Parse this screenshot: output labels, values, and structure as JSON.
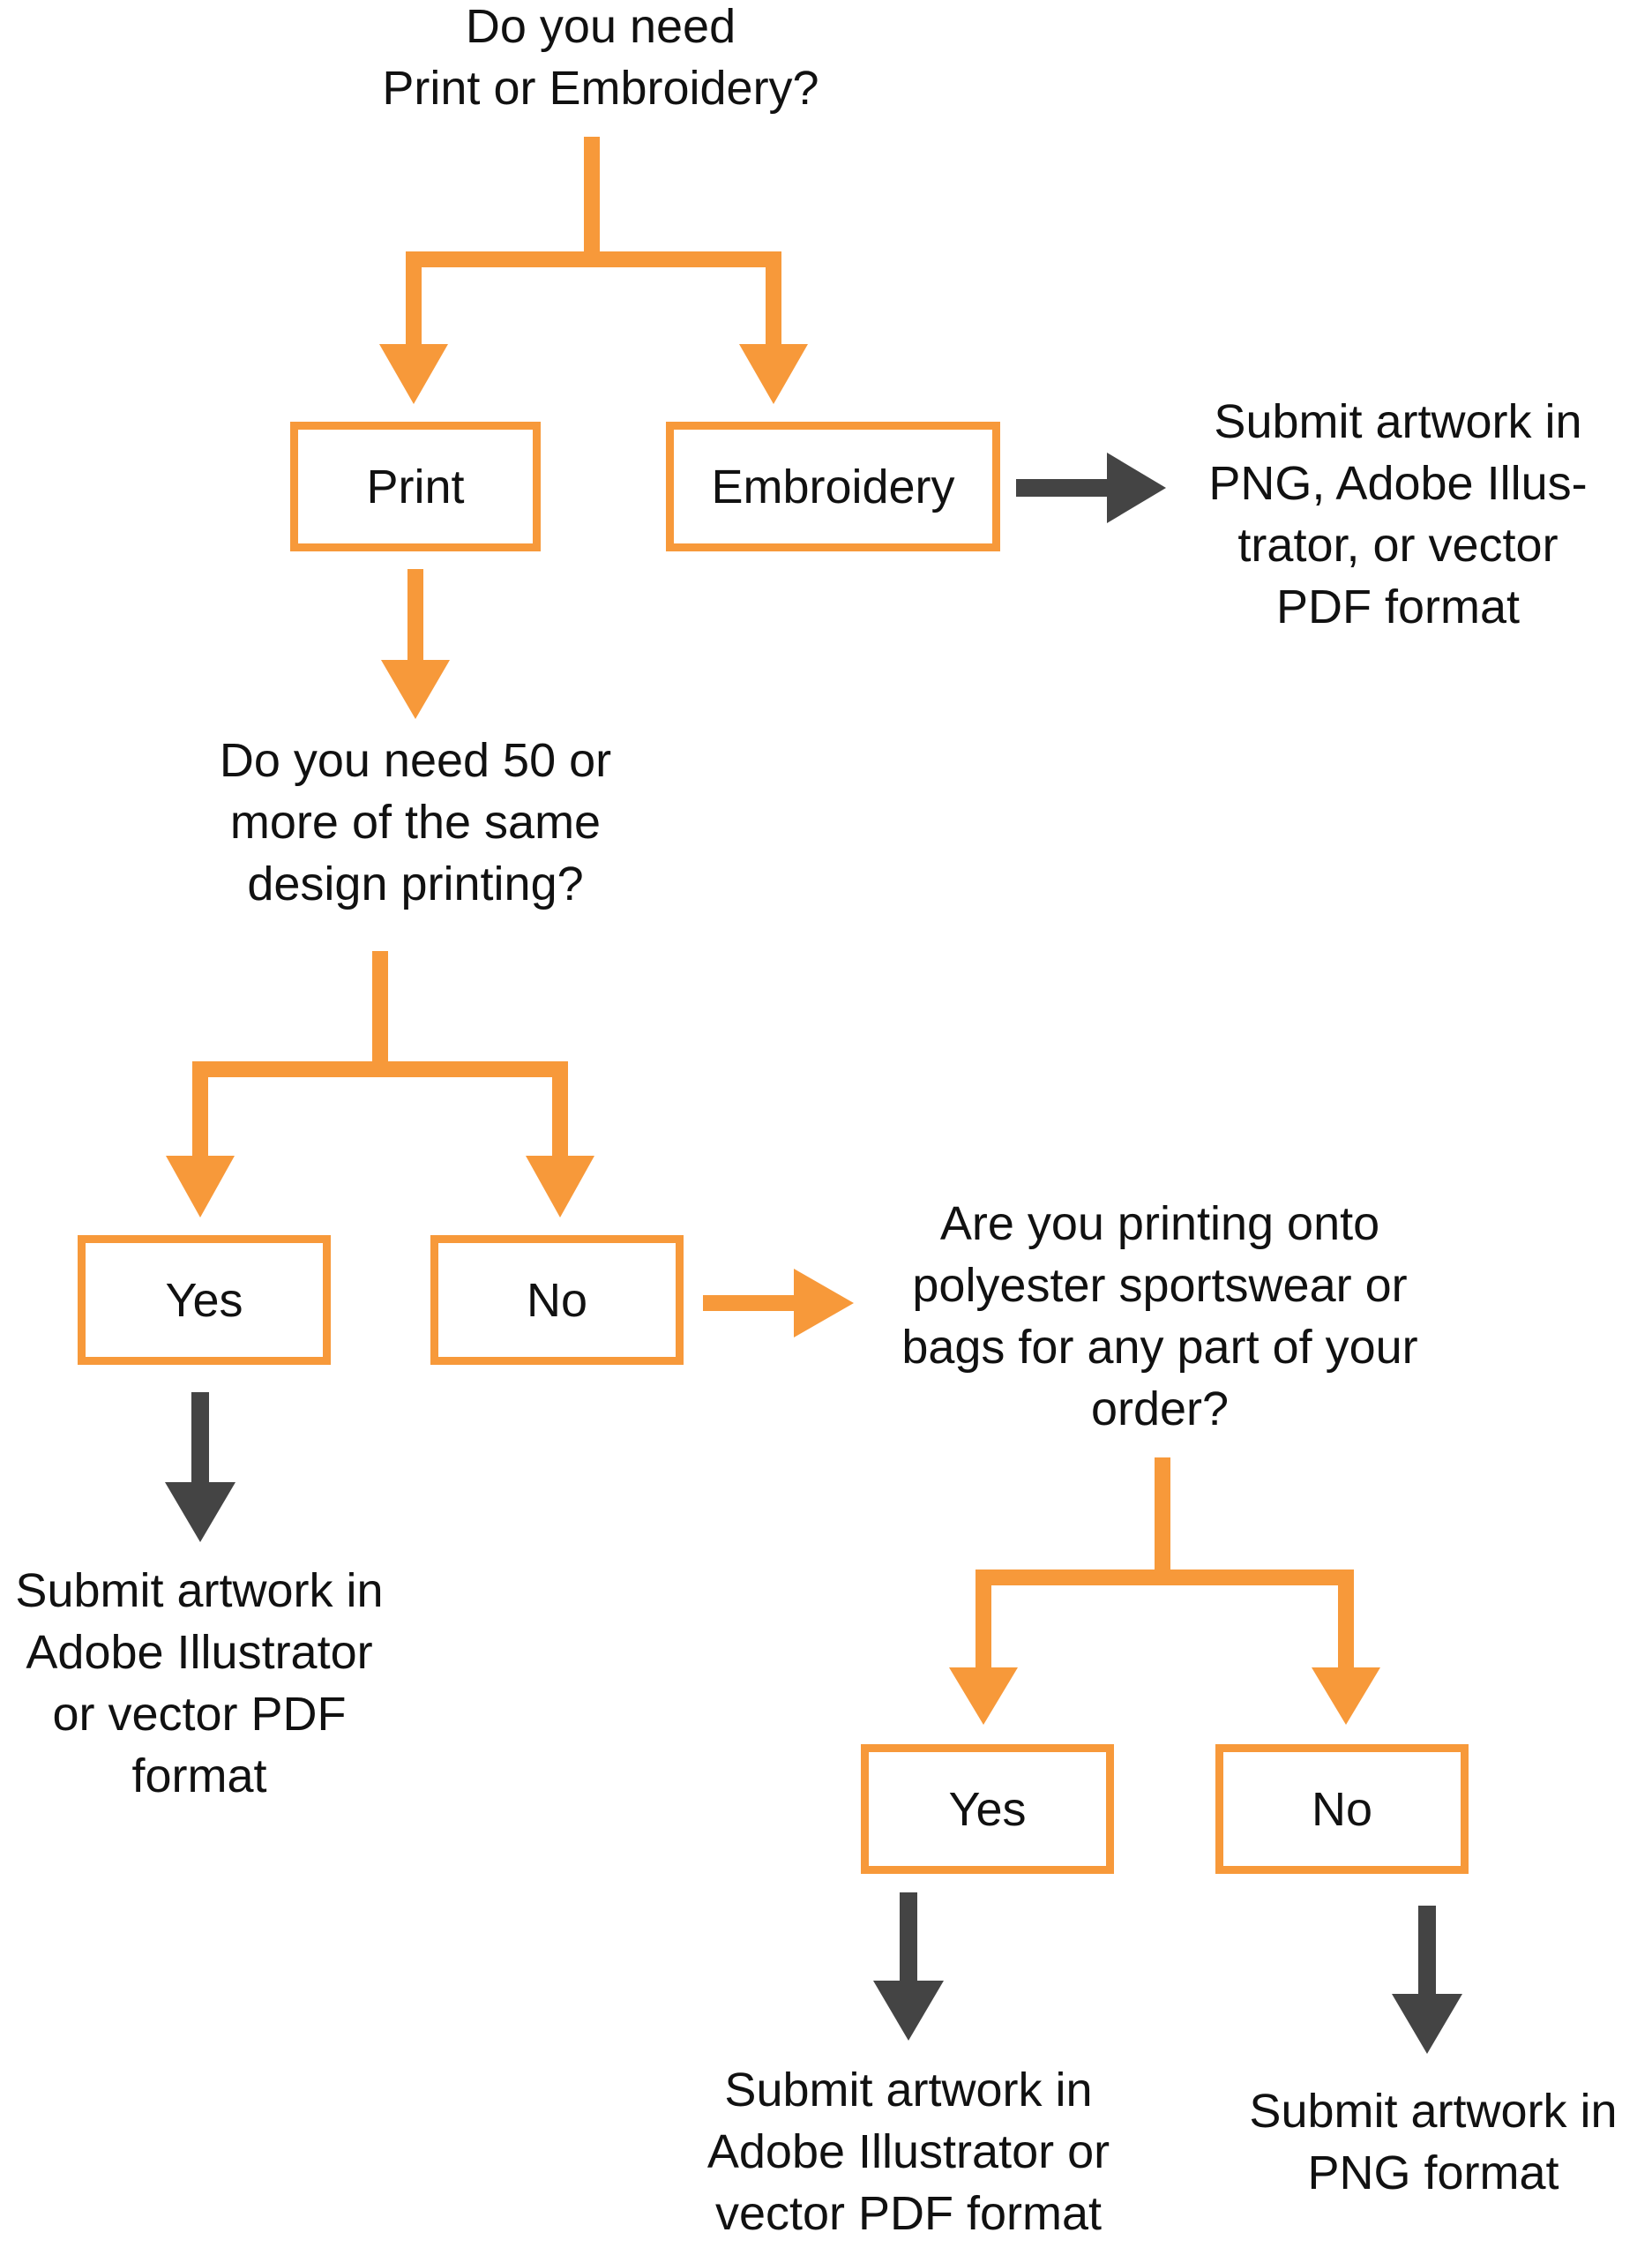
{
  "colors": {
    "decision_path": "#F7993A",
    "outcome_arrow": "#444444",
    "text": "#111111",
    "background": "#ffffff"
  },
  "questions": {
    "method": "Do you need\nPrint or Embroidery?",
    "quantity": "Do you need 50 or\nmore of the same\ndesign printing?",
    "polyester": "Are you printing onto\npolyester sportswear or\nbags for any part of your\norder?"
  },
  "options": {
    "print": "Print",
    "embroidery": "Embroidery",
    "quantity_yes": "Yes",
    "quantity_no": "No",
    "polyester_yes": "Yes",
    "polyester_no": "No"
  },
  "outcomes": {
    "embroidery": "Submit artwork in\nPNG, Adobe Illus-\ntrator, or vector\nPDF format",
    "bulk_print": "Submit artwork in\nAdobe Illustrator\nor vector PDF\nformat",
    "polyester_yes": "Submit artwork in\nAdobe Illustrator or\nvector PDF format",
    "polyester_no": "Submit artwork in\nPNG format"
  }
}
